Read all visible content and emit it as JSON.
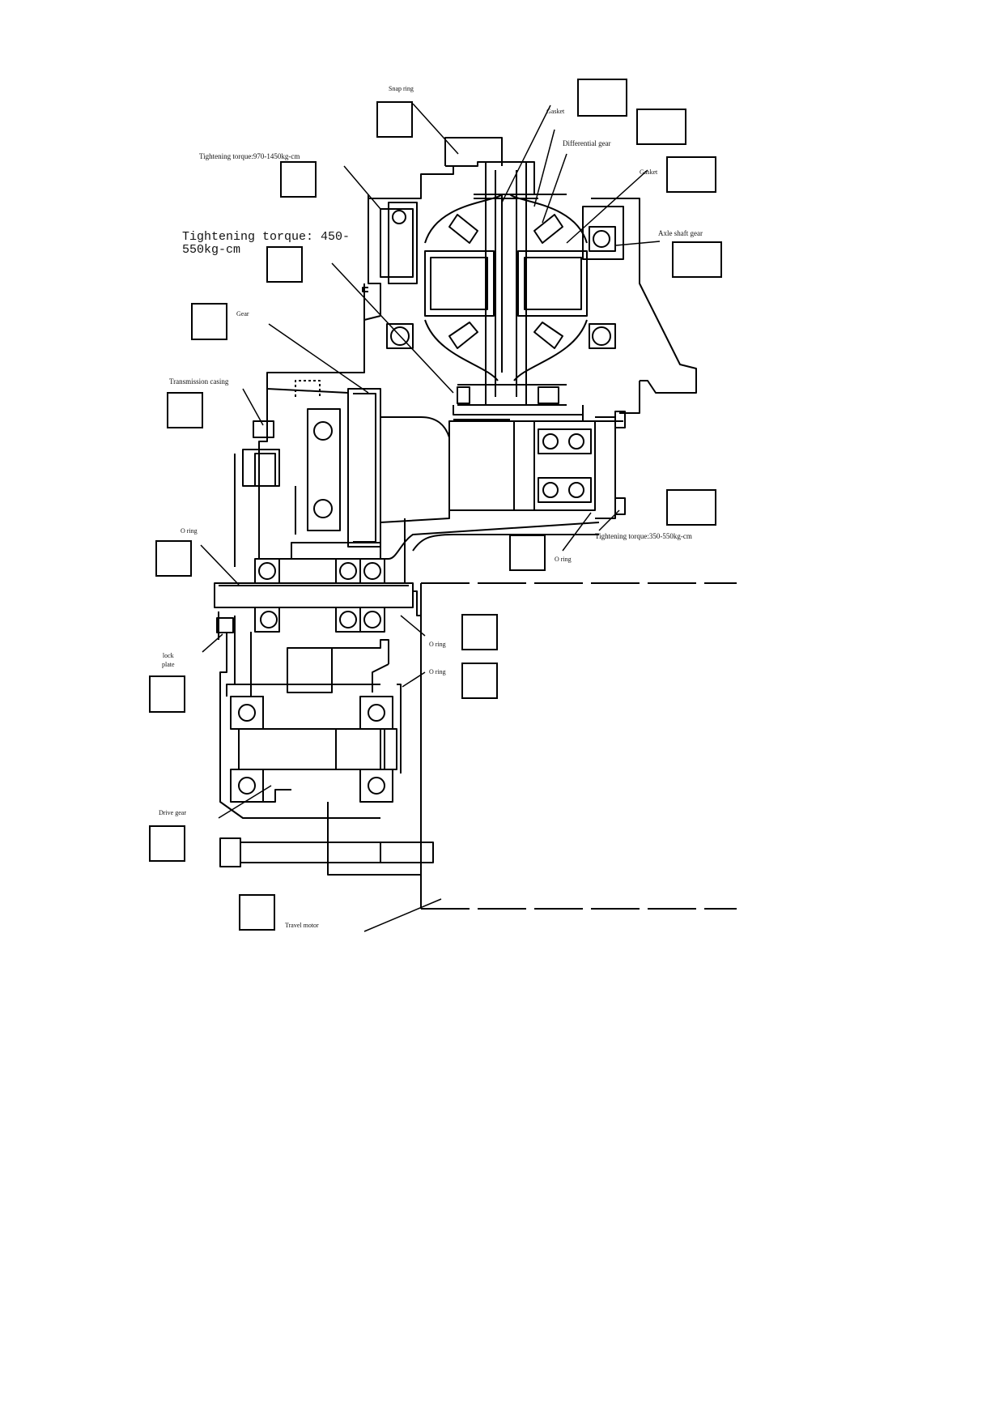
{
  "diagram": {
    "labels": {
      "snap_ring": "Snap ring",
      "gasket_top": "Gasket",
      "differential_gear": "Differential gear",
      "gasket_right": "Gasket",
      "torque_970": "Tightening torque:970-1450kg-cm",
      "axle_shaft_gear": "Axle shaft gear",
      "torque_450": "Tightening torque: 450-\n550kg-cm",
      "gear": "Gear",
      "transmission_casing": "Transmission casing",
      "torque_350": "Tightening torque:350-550kg-cm",
      "o_ring_left": "O ring",
      "o_ring_mid": "O ring",
      "o_ring_lower1": "O ring",
      "o_ring_lower2": "O ring",
      "lock_plate": "lock\nplate",
      "drive_gear": "Drive gear",
      "travel_motor": "Travel motor"
    },
    "answer_boxes": [
      {
        "name": "answer-box-1",
        "value": ""
      },
      {
        "name": "answer-box-2",
        "value": ""
      },
      {
        "name": "answer-box-3",
        "value": ""
      },
      {
        "name": "answer-box-4",
        "value": ""
      },
      {
        "name": "answer-box-5",
        "value": ""
      },
      {
        "name": "answer-box-6",
        "value": ""
      },
      {
        "name": "answer-box-7",
        "value": ""
      },
      {
        "name": "answer-box-8",
        "value": ""
      },
      {
        "name": "answer-box-9",
        "value": ""
      },
      {
        "name": "answer-box-10",
        "value": ""
      },
      {
        "name": "answer-box-11",
        "value": ""
      },
      {
        "name": "answer-box-12",
        "value": ""
      },
      {
        "name": "answer-box-13",
        "value": ""
      },
      {
        "name": "answer-box-14",
        "value": ""
      },
      {
        "name": "answer-box-15",
        "value": ""
      },
      {
        "name": "answer-box-16",
        "value": ""
      },
      {
        "name": "answer-box-17",
        "value": ""
      },
      {
        "name": "answer-box-18",
        "value": ""
      }
    ]
  }
}
